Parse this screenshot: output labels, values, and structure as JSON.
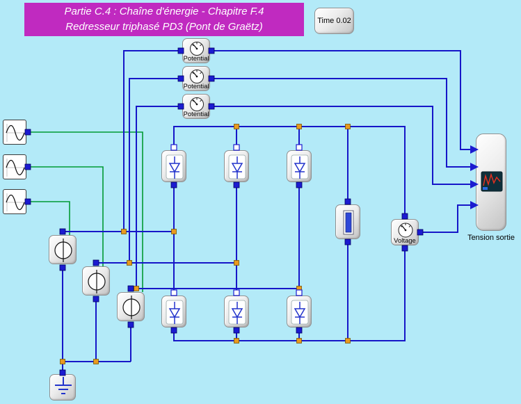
{
  "title": {
    "line1": "Partie C.4 : Chaîne d'énergie - Chapitre F.4",
    "line2": "Redresseur triphasé PD3 (Pont de Graëtz)"
  },
  "time_box": {
    "label": "Time 0.02"
  },
  "sensors": {
    "potential_labels": [
      "Potential",
      "Potential",
      "Potential"
    ],
    "voltage_label": "Voltage"
  },
  "output": {
    "scope_caption": "Tension sortie"
  },
  "icons": {
    "sine_source": "sine-wave-icon",
    "potential_sensor": "gauge-icon",
    "voltage_sensor": "gauge-icon",
    "signal_voltage_source": "voltage-source-circle-icon",
    "diode": "diode-icon",
    "resistor": "resistor-icon",
    "ground": "ground-icon",
    "scope": "oscilloscope-screen-icon"
  },
  "colors": {
    "background": "#b3eaf8",
    "banner": "#c02ac0",
    "banner_text": "#ffffff",
    "wire": "#1616c8",
    "signal_wire": "#009933",
    "junction": "#e89a20",
    "pin": "#1b1bd0",
    "diode_symbol": "#2233cc",
    "scope_trace": "#e03020"
  }
}
